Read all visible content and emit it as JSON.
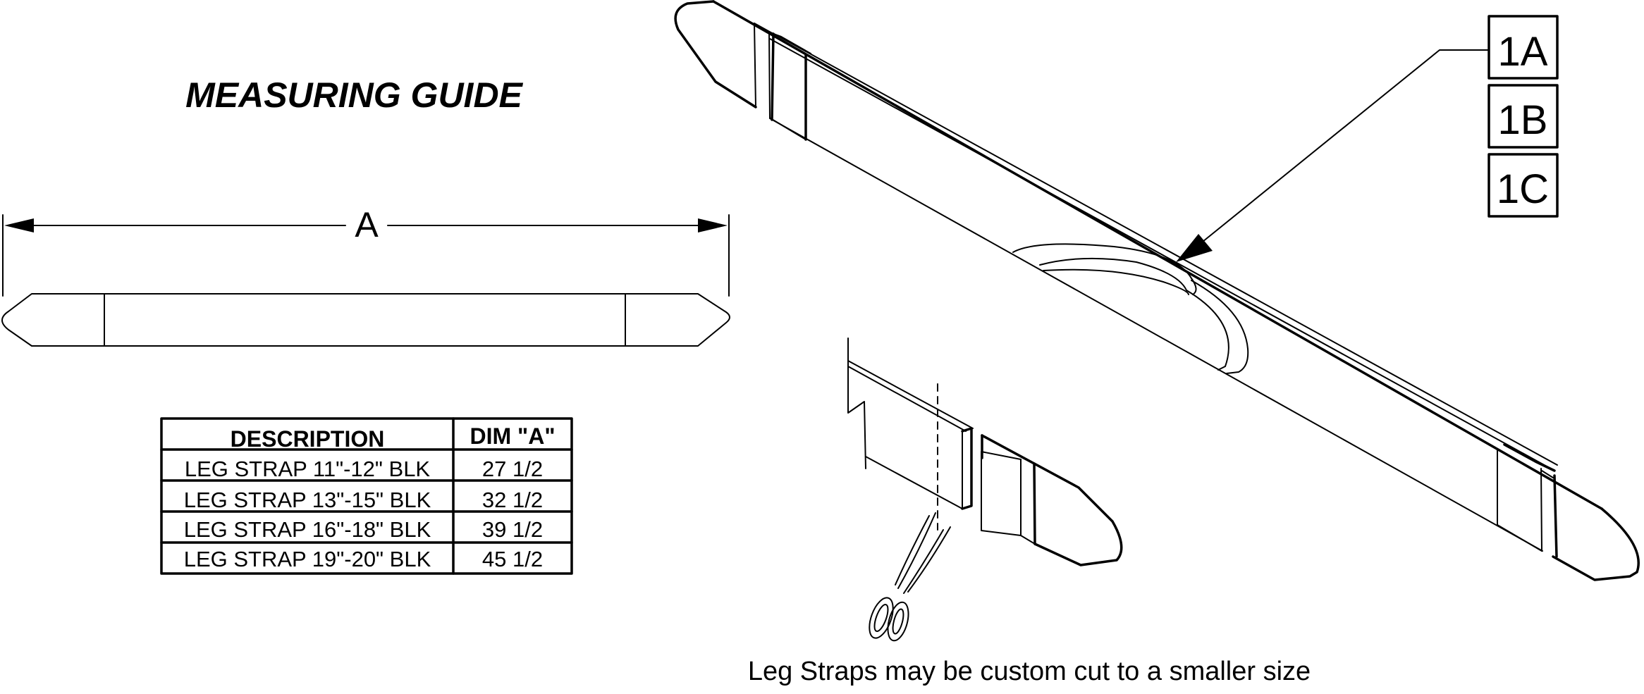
{
  "title": "MEASURING GUIDE",
  "dimension_label": "A",
  "table": {
    "headers": [
      "DESCRIPTION",
      "DIM \"A\""
    ],
    "rows": [
      [
        "LEG STRAP 11\"-12\" BLK",
        "27 1/2"
      ],
      [
        "LEG STRAP 13\"-15\" BLK",
        "32 1/2"
      ],
      [
        "LEG STRAP 16\"-18\" BLK",
        "39 1/2"
      ],
      [
        "LEG STRAP 19\"-20\" BLK",
        "45 1/2"
      ]
    ]
  },
  "callouts": [
    "1A",
    "1B",
    "1C"
  ],
  "note": "Leg Straps may be custom cut to a smaller size"
}
